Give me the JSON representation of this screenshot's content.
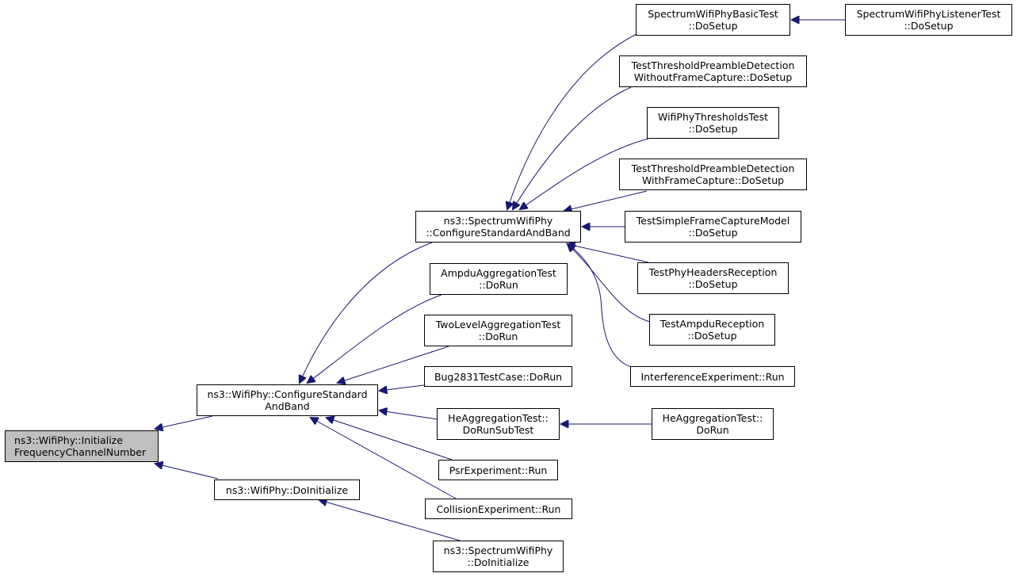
{
  "colors": {
    "edge": "#191970",
    "node_border": "#000000",
    "node_fill": "#ffffff",
    "root_fill": "#bfbfbf"
  },
  "nodes": [
    {
      "id": "initialize",
      "lines": [
        "ns3::WifiPhy::Initialize",
        "FrequencyChannelNumber"
      ],
      "root": true
    },
    {
      "id": "configure_standard",
      "lines": [
        "ns3::WifiPhy::ConfigureStandard",
        "AndBand"
      ]
    },
    {
      "id": "do_initialize",
      "lines": [
        "ns3::WifiPhy::DoInitialize"
      ]
    },
    {
      "id": "spectrum_configure",
      "lines": [
        "ns3::SpectrumWifiPhy",
        "::ConfigureStandardAndBand"
      ]
    },
    {
      "id": "ampdu_aggregation",
      "lines": [
        "AmpduAggregationTest",
        "::DoRun"
      ]
    },
    {
      "id": "two_level",
      "lines": [
        "TwoLevelAggregationTest",
        "::DoRun"
      ]
    },
    {
      "id": "bug2831",
      "lines": [
        "Bug2831TestCase::DoRun"
      ]
    },
    {
      "id": "he_subtest",
      "lines": [
        "HeAggregationTest::",
        "DoRunSubTest"
      ]
    },
    {
      "id": "psr",
      "lines": [
        "PsrExperiment::Run"
      ]
    },
    {
      "id": "collision",
      "lines": [
        "CollisionExperiment::Run"
      ]
    },
    {
      "id": "spectrum_doinit",
      "lines": [
        "ns3::SpectrumWifiPhy",
        "::DoInitialize"
      ]
    },
    {
      "id": "basic_test",
      "lines": [
        "SpectrumWifiPhyBasicTest",
        "::DoSetup"
      ]
    },
    {
      "id": "listener_test",
      "lines": [
        "SpectrumWifiPhyListenerTest",
        "::DoSetup"
      ]
    },
    {
      "id": "threshold_without",
      "lines": [
        "TestThresholdPreambleDetection",
        "WithoutFrameCapture::DoSetup"
      ]
    },
    {
      "id": "thresholds_test",
      "lines": [
        "WifiPhyThresholdsTest",
        "::DoSetup"
      ]
    },
    {
      "id": "threshold_with",
      "lines": [
        "TestThresholdPreambleDetection",
        "WithFrameCapture::DoSetup"
      ]
    },
    {
      "id": "simple_capture",
      "lines": [
        "TestSimpleFrameCaptureModel",
        "::DoSetup"
      ]
    },
    {
      "id": "phy_headers",
      "lines": [
        "TestPhyHeadersReception",
        "::DoSetup"
      ]
    },
    {
      "id": "ampdu_reception",
      "lines": [
        "TestAmpduReception",
        "::DoSetup"
      ]
    },
    {
      "id": "interference",
      "lines": [
        "InterferenceExperiment::Run"
      ]
    },
    {
      "id": "he_dorun",
      "lines": [
        "HeAggregationTest::",
        "DoRun"
      ]
    }
  ],
  "edges": [
    {
      "from": "configure_standard",
      "to": "initialize"
    },
    {
      "from": "do_initialize",
      "to": "initialize"
    },
    {
      "from": "spectrum_configure",
      "to": "configure_standard"
    },
    {
      "from": "ampdu_aggregation",
      "to": "configure_standard"
    },
    {
      "from": "two_level",
      "to": "configure_standard"
    },
    {
      "from": "bug2831",
      "to": "configure_standard"
    },
    {
      "from": "he_subtest",
      "to": "configure_standard"
    },
    {
      "from": "psr",
      "to": "configure_standard"
    },
    {
      "from": "collision",
      "to": "configure_standard"
    },
    {
      "from": "spectrum_doinit",
      "to": "do_initialize"
    },
    {
      "from": "basic_test",
      "to": "spectrum_configure"
    },
    {
      "from": "threshold_without",
      "to": "spectrum_configure"
    },
    {
      "from": "thresholds_test",
      "to": "spectrum_configure"
    },
    {
      "from": "threshold_with",
      "to": "spectrum_configure"
    },
    {
      "from": "simple_capture",
      "to": "spectrum_configure"
    },
    {
      "from": "phy_headers",
      "to": "spectrum_configure"
    },
    {
      "from": "ampdu_reception",
      "to": "spectrum_configure"
    },
    {
      "from": "interference",
      "to": "spectrum_configure"
    },
    {
      "from": "listener_test",
      "to": "basic_test"
    },
    {
      "from": "he_dorun",
      "to": "he_subtest"
    }
  ]
}
